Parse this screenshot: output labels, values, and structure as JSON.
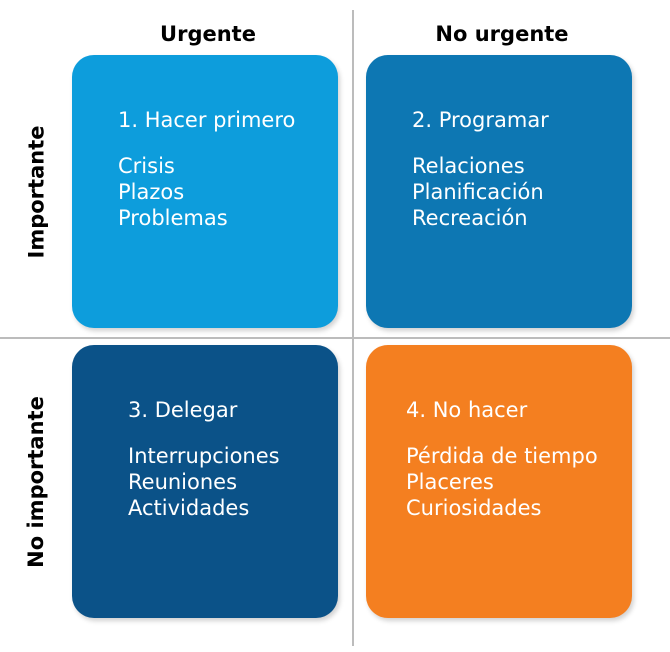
{
  "diagram": {
    "type": "eisenhower-matrix",
    "background": "#ffffff",
    "divider_color": "#bcbcbc",
    "columns": [
      {
        "label": "Urgente"
      },
      {
        "label": "No urgente"
      }
    ],
    "rows": [
      {
        "label": "Importante"
      },
      {
        "label": "No importante"
      }
    ],
    "quadrants": [
      {
        "id": 1,
        "title": "1. Hacer primero",
        "color": "#0d9ddc",
        "text_color": "#ffffff",
        "items": [
          "Crisis",
          "Plazos",
          "Problemas"
        ]
      },
      {
        "id": 2,
        "title": "2. Programar",
        "color": "#0d77b3",
        "text_color": "#ffffff",
        "items": [
          "Relaciones",
          "Planificación",
          "Recreación"
        ]
      },
      {
        "id": 3,
        "title": "3. Delegar",
        "color": "#0b5288",
        "text_color": "#ffffff",
        "items": [
          "Interrupciones",
          "Reuniones",
          "Actividades"
        ]
      },
      {
        "id": 4,
        "title": "4. No hacer",
        "color": "#f47f20",
        "text_color": "#ffffff",
        "items": [
          "Pérdida de tiempo",
          "Placeres",
          "Curiosidades"
        ]
      }
    ]
  }
}
